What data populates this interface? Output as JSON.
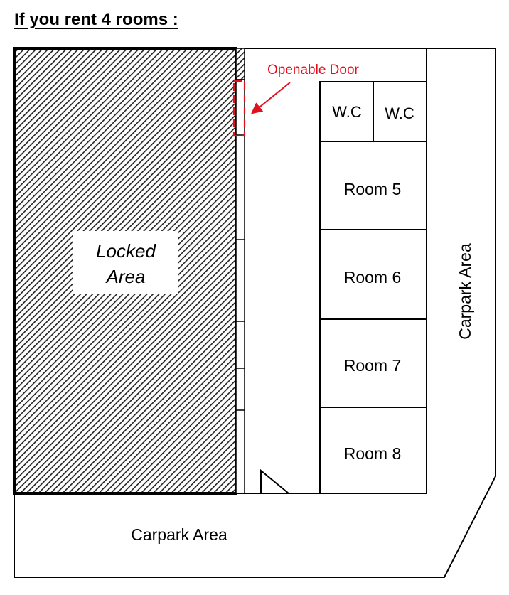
{
  "title": "If you rent 4 rooms :",
  "locked_area": {
    "line1": "Locked",
    "line2": "Area"
  },
  "door": {
    "label": "Openable Door",
    "color": "#e0101e"
  },
  "rooms": {
    "wc_left": "W.C",
    "wc_right": "W.C",
    "room5": "Room 5",
    "room6": "Room 6",
    "room7": "Room 7",
    "room8": "Room 8"
  },
  "carpark_right": "Carpark Area",
  "carpark_bottom": "Carpark Area"
}
